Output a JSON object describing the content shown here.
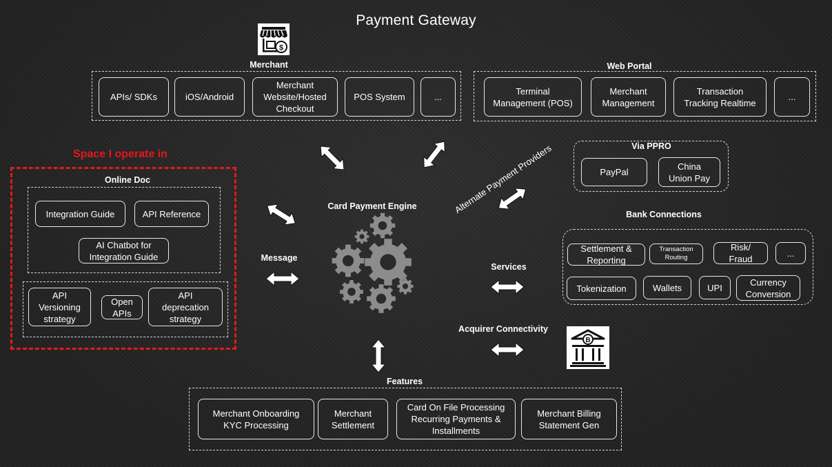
{
  "title": "Payment Gateway",
  "merchant": {
    "label": "Merchant",
    "items": [
      "APIs/ SDKs",
      "iOS/Android",
      "Merchant\nWebsite/Hosted\nCheckout",
      "POS System",
      "..."
    ]
  },
  "web_portal": {
    "label": "Web Portal",
    "items": [
      "Terminal\nManagement (POS)",
      "Merchant\nManagement",
      "Transaction\nTracking Realtime",
      "..."
    ]
  },
  "space": {
    "label": "Space I operate in",
    "online_doc": {
      "label": "Online Doc",
      "items": [
        "Integration Guide",
        "API Reference",
        "AI Chatbot for\nIntegration Guide"
      ]
    },
    "api_items": [
      "API\nVersioning\nstrategy",
      "Open\nAPIs",
      "API\ndeprecation\nstrategy"
    ]
  },
  "engine": {
    "label": "Card Payment Engine"
  },
  "connections": {
    "message": "Message",
    "services": "Services",
    "acquirer": "Acquirer Connectivity",
    "features": "Features",
    "alternate": "Alternate Payment Providers"
  },
  "ppro": {
    "label": "Via PPRO",
    "items": [
      "PayPal",
      "China\nUnion Pay"
    ]
  },
  "bank": {
    "label": "Bank Connections",
    "items": [
      "Settlement &\nReporting",
      "Transaction\nRouting",
      "Risk/\nFraud",
      "...",
      "Tokenization",
      "Wallets",
      "UPI",
      "Currency\nConversion"
    ]
  },
  "features": {
    "items": [
      "Merchant Onboarding\nKYC Processing",
      "Merchant\nSettlement",
      "Card On File Processing\nRecurring Payments &\nInstallments",
      "Merchant Billing\nStatement Gen"
    ]
  },
  "icons": [
    "store-icon",
    "gears-icon",
    "bank-icon",
    "double-arrow-icon"
  ],
  "colors": {
    "background": "#262626",
    "accent_red": "#e01b1b",
    "border": "#e8e8e8",
    "gear": "#8c8c8c"
  }
}
